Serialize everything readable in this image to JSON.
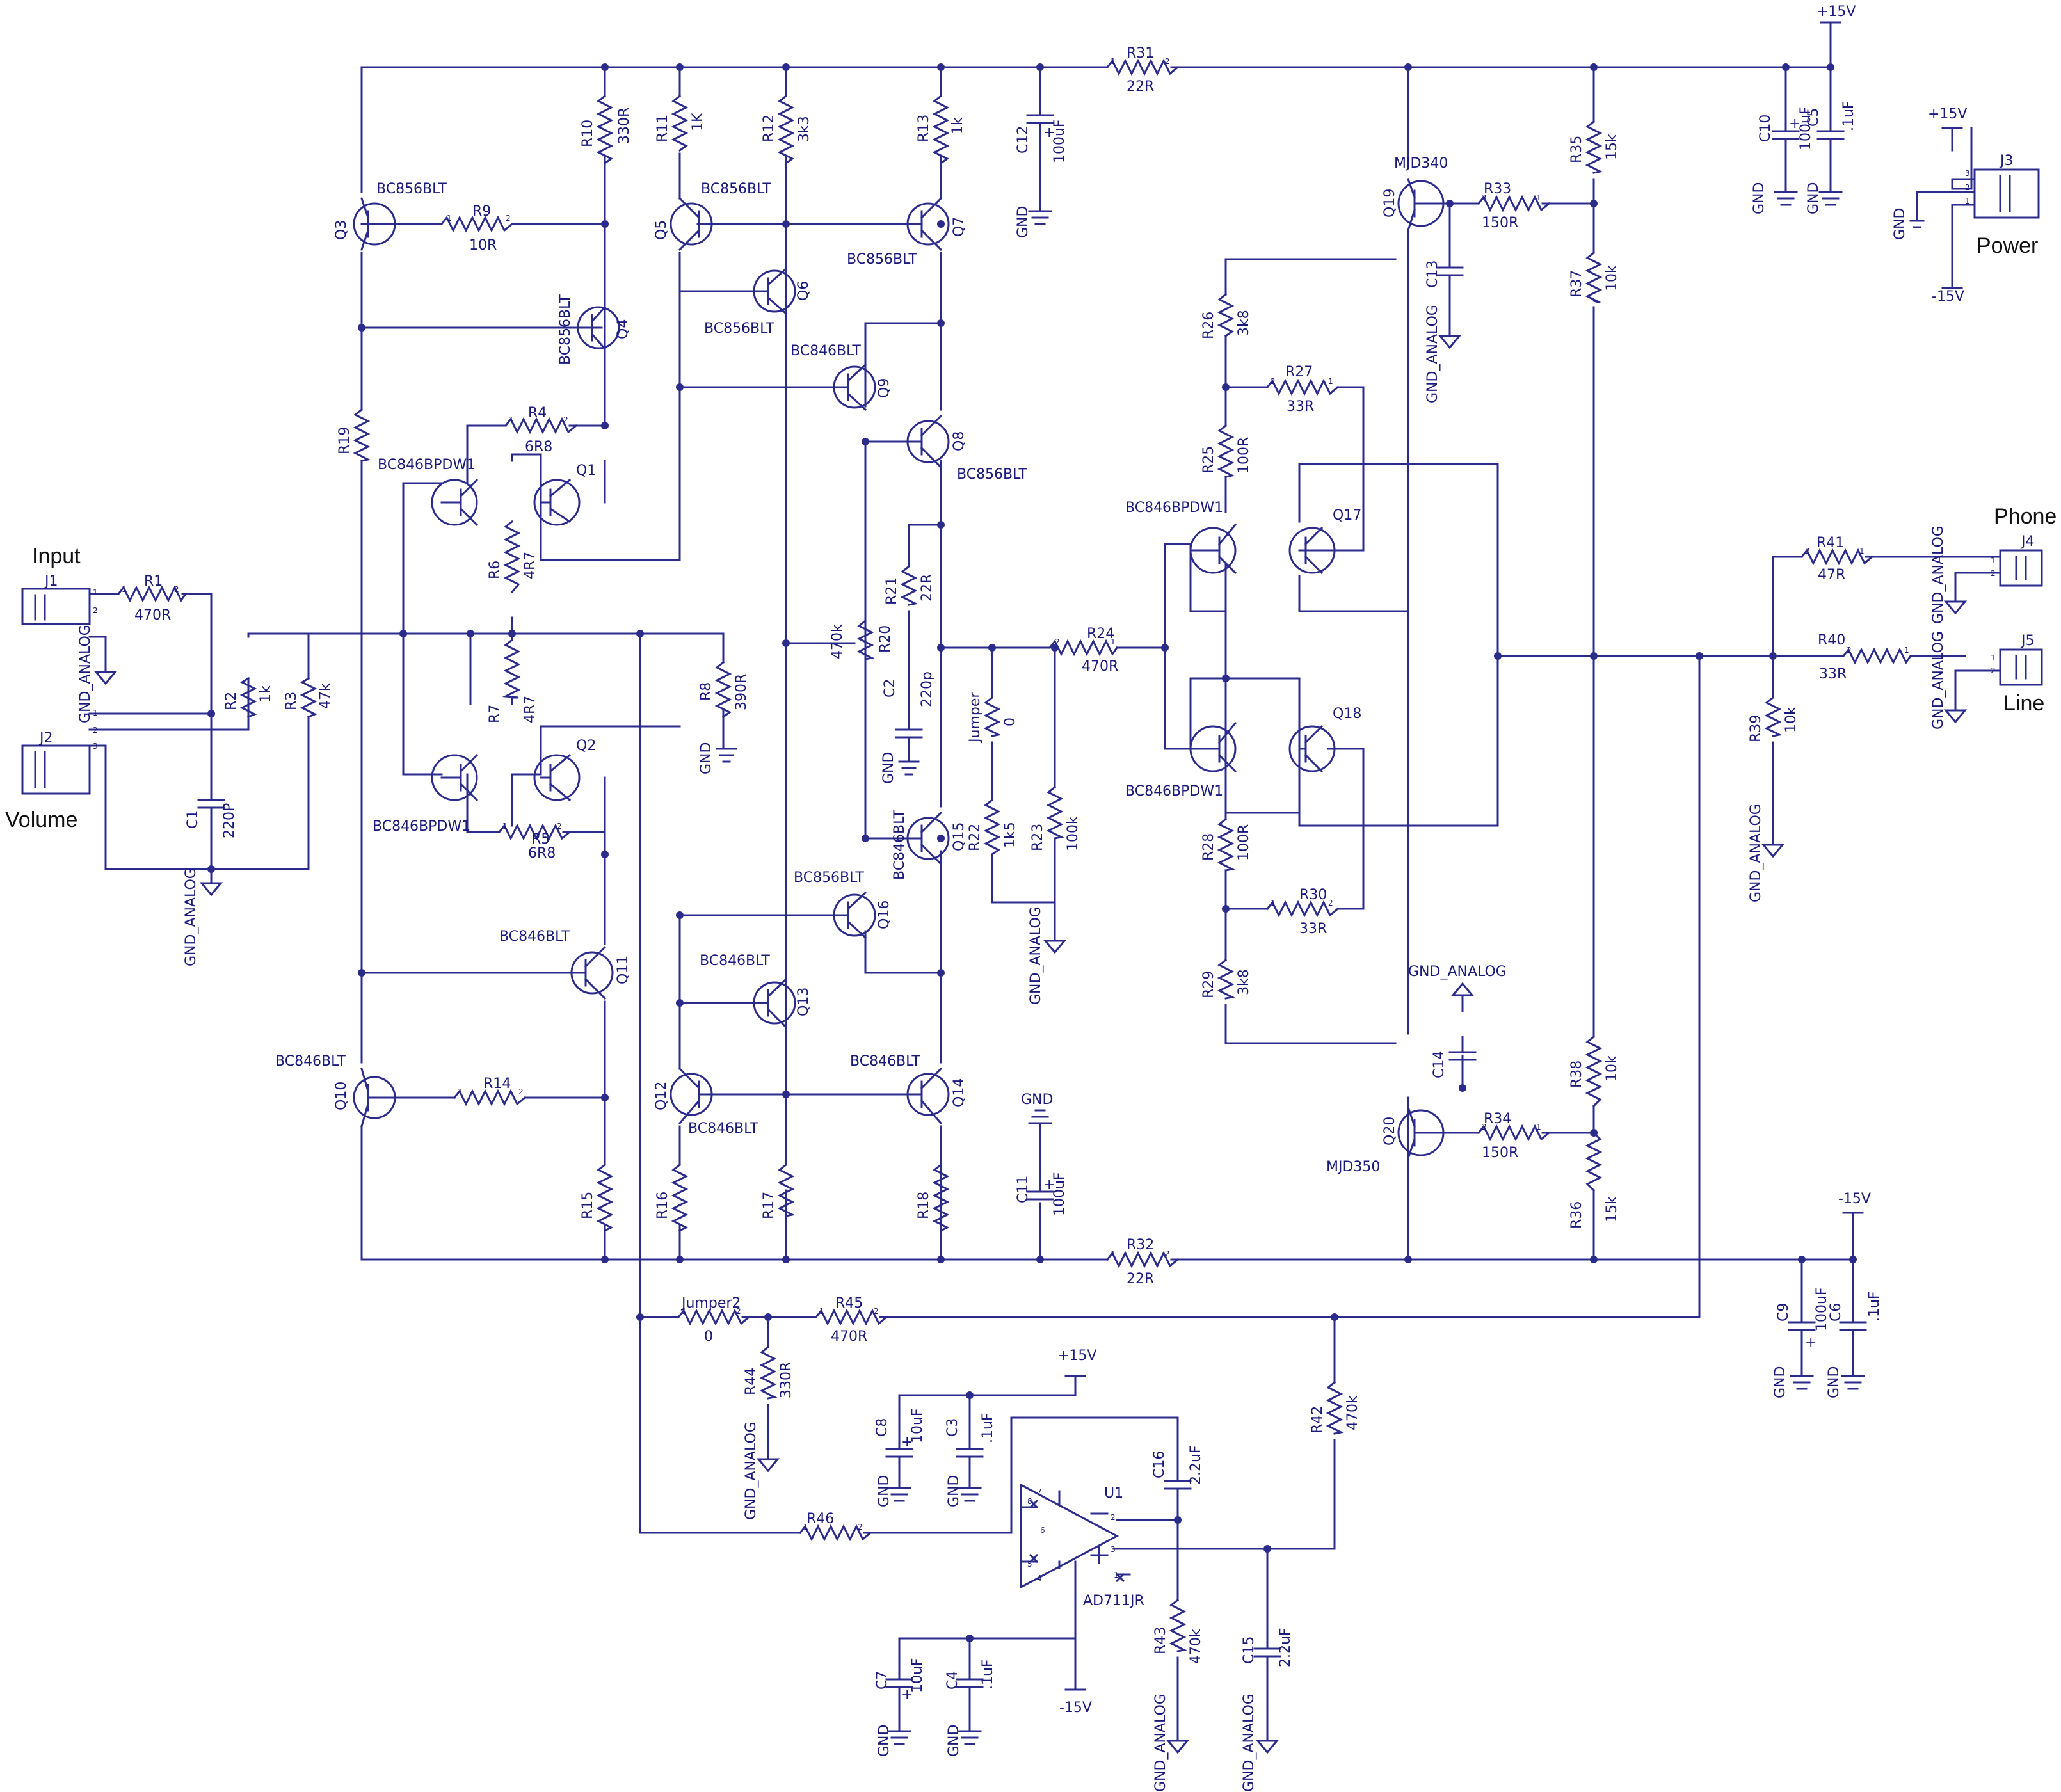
{
  "nets": {
    "pos15_top": "+15V",
    "neg15_bottom": "-15V",
    "pos15_j3": "+15V",
    "neg15_j3": "-15V",
    "pos15_u1": "+15V",
    "neg15_u1": "-15V",
    "gnd_c12": "GND",
    "gnd_c10": "GND",
    "gnd_c5": "GND",
    "gnd_j3": "GND",
    "gnd_r8": "GND",
    "gnd_c2": "GND",
    "gnd_c11": "GND",
    "gnd_c9": "GND",
    "gnd_c6": "GND",
    "gnd_c8": "GND",
    "gnd_c3": "GND",
    "gnd_c7": "GND",
    "gnd_c4": "GND",
    "gnda_j1": "GND_ANALOG",
    "gnda_c1": "GND_ANALOG",
    "gnda_r23": "GND_ANALOG",
    "gnda_c13": "GND_ANALOG",
    "gnda_c14": "GND_ANALOG",
    "gnda_j4": "GND_ANALOG",
    "gnda_j5": "GND_ANALOG",
    "gnda_r39": "GND_ANALOG",
    "gnda_r44": "GND_ANALOG",
    "gnda_r43": "GND_ANALOG",
    "gnda_c15": "GND_ANALOG"
  },
  "connectors": {
    "j1": {
      "ref": "J1",
      "title": "Input"
    },
    "j2": {
      "ref": "J2",
      "title": "Volume"
    },
    "j3": {
      "ref": "J3",
      "title": "Power"
    },
    "j4": {
      "ref": "J4",
      "title": "Phone"
    },
    "j5": {
      "ref": "J5",
      "title": "Line"
    }
  },
  "resistors": {
    "r1": {
      "ref": "R1",
      "value": "470R"
    },
    "r2": {
      "ref": "R2",
      "value": "1k"
    },
    "r3": {
      "ref": "R3",
      "value": "47k"
    },
    "r4": {
      "ref": "R4",
      "value": "6R8"
    },
    "r5": {
      "ref": "R5",
      "value": "6R8"
    },
    "r6": {
      "ref": "R6",
      "value": "4R7"
    },
    "r7": {
      "ref": "R7",
      "value": "4R7"
    },
    "r8": {
      "ref": "R8",
      "value": "390R"
    },
    "r9": {
      "ref": "R9",
      "value": "10R"
    },
    "r10": {
      "ref": "R10",
      "value": "330R"
    },
    "r11": {
      "ref": "R11",
      "value": "1K"
    },
    "r12": {
      "ref": "R12",
      "value": "3k3"
    },
    "r13": {
      "ref": "R13",
      "value": "1k"
    },
    "r14": {
      "ref": "R14",
      "value": ""
    },
    "r15": {
      "ref": "R15",
      "value": ""
    },
    "r16": {
      "ref": "R16",
      "value": ""
    },
    "r17": {
      "ref": "R17",
      "value": ""
    },
    "r18": {
      "ref": "R18",
      "value": ""
    },
    "r19": {
      "ref": "R19",
      "value": ""
    },
    "r20": {
      "ref": "R20",
      "value": "470k"
    },
    "r21": {
      "ref": "R21",
      "value": "22R"
    },
    "r22": {
      "ref": "R22",
      "value": "1k5"
    },
    "r23": {
      "ref": "R23",
      "value": "100k"
    },
    "r24": {
      "ref": "R24",
      "value": "470R"
    },
    "r25": {
      "ref": "R25",
      "value": "100R"
    },
    "r26": {
      "ref": "R26",
      "value": "3k8"
    },
    "r27": {
      "ref": "R27",
      "value": "33R"
    },
    "r28": {
      "ref": "R28",
      "value": "100R"
    },
    "r29": {
      "ref": "R29",
      "value": "3k8"
    },
    "r30": {
      "ref": "R30",
      "value": "33R"
    },
    "r31": {
      "ref": "R31",
      "value": "22R"
    },
    "r32": {
      "ref": "R32",
      "value": "22R"
    },
    "r33": {
      "ref": "R33",
      "value": "150R"
    },
    "r34": {
      "ref": "R34",
      "value": "150R"
    },
    "r35": {
      "ref": "R35",
      "value": "15k"
    },
    "r36": {
      "ref": "R36",
      "value": "15k"
    },
    "r37": {
      "ref": "R37",
      "value": "10k"
    },
    "r38": {
      "ref": "R38",
      "value": "10k"
    },
    "r39": {
      "ref": "R39",
      "value": "10k"
    },
    "r40": {
      "ref": "R40",
      "value": "33R"
    },
    "r41": {
      "ref": "R41",
      "value": "47R"
    },
    "r42": {
      "ref": "R42",
      "value": "470k"
    },
    "r43": {
      "ref": "R43",
      "value": "470k"
    },
    "r44": {
      "ref": "R44",
      "value": "330R"
    },
    "r45": {
      "ref": "R45",
      "value": "470R"
    },
    "r46": {
      "ref": "R46",
      "value": ""
    },
    "jumper": {
      "ref": "Jumper",
      "value": "0"
    },
    "jumper2": {
      "ref": "Jumper2",
      "value": "0"
    }
  },
  "capacitors": {
    "c1": {
      "ref": "C1",
      "value": "220P"
    },
    "c2": {
      "ref": "C2",
      "value": "220p"
    },
    "c3": {
      "ref": "C3",
      "value": ".1uF"
    },
    "c4": {
      "ref": "C4",
      "value": ".1uF"
    },
    "c5": {
      "ref": "C5",
      "value": ".1uF"
    },
    "c6": {
      "ref": "C6",
      "value": ".1uF"
    },
    "c7": {
      "ref": "C7",
      "value": "10uF"
    },
    "c8": {
      "ref": "C8",
      "value": "10uF"
    },
    "c9": {
      "ref": "C9",
      "value": "100uF"
    },
    "c10": {
      "ref": "C10",
      "value": "100uF"
    },
    "c11": {
      "ref": "C11",
      "value": "100uF"
    },
    "c12": {
      "ref": "C12",
      "value": "100uF"
    },
    "c13": {
      "ref": "C13",
      "value": ""
    },
    "c14": {
      "ref": "C14",
      "value": ""
    },
    "c15": {
      "ref": "C15",
      "value": "2.2uF"
    },
    "c16": {
      "ref": "C16",
      "value": "2.2uF"
    }
  },
  "transistors": {
    "q1": {
      "ref": "Q1",
      "part": ""
    },
    "q2": {
      "ref": "Q2",
      "part": ""
    },
    "q3": {
      "ref": "Q3",
      "part": "BC856BLT"
    },
    "q4": {
      "ref": "Q4",
      "part": "BC856BLT"
    },
    "q5": {
      "ref": "Q5",
      "part": "BC856BLT"
    },
    "q6": {
      "ref": "Q6",
      "part": "BC856BLT"
    },
    "q7": {
      "ref": "Q7",
      "part": "BC856BLT"
    },
    "q8": {
      "ref": "Q8",
      "part": "BC856BLT"
    },
    "q9": {
      "ref": "Q9",
      "part": "BC846BLT"
    },
    "q10": {
      "ref": "Q10",
      "part": "BC846BLT"
    },
    "q11": {
      "ref": "Q11",
      "part": "BC846BLT"
    },
    "q12": {
      "ref": "Q12",
      "part": "BC846BLT"
    },
    "q13": {
      "ref": "Q13",
      "part": "BC846BLT"
    },
    "q14": {
      "ref": "Q14",
      "part": "BC846BLT"
    },
    "q15": {
      "ref": "Q15",
      "part": "BC846BLT"
    },
    "q16": {
      "ref": "Q16",
      "part": "BC856BLT"
    },
    "q17": {
      "ref": "Q17",
      "part": ""
    },
    "q18": {
      "ref": "Q18",
      "part": ""
    },
    "q19": {
      "ref": "Q19",
      "part": "MJD340"
    },
    "q20": {
      "ref": "Q20",
      "part": "MJD350"
    },
    "dual_in_top": "BC846BPDW1",
    "dual_in_bot": "BC846BPDW1",
    "dual_out_top": "BC846BPDW1",
    "dual_out_bot": "BC846BPDW1"
  },
  "opamp": {
    "ref": "U1",
    "part": "AD711JR"
  }
}
